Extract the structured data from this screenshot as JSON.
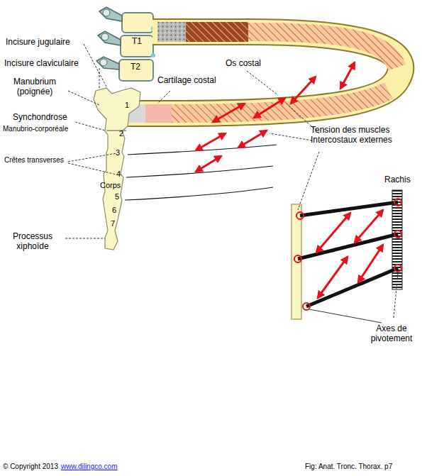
{
  "diagram": {
    "labels": [
      "Incisure jugulaire",
      "Incisure claviculaire",
      "Manubrium (poignée)",
      "Synchondrose",
      "Manubrio-corporéale",
      "Crêtes transverses",
      "Processus xiphoïde",
      "T1",
      "T2",
      "Cartilage costal",
      "Os costal",
      "Tension des muscles Intercostaux externes",
      "Rachis",
      "Axes de pivotement",
      "1",
      "2",
      "3",
      "4",
      "Corps",
      "5",
      "6",
      "7",
      "© Copyright 2013",
      "www.dilingco.com",
      "Fig:  Anat. Tronc. Thorax. p7"
    ]
  }
}
